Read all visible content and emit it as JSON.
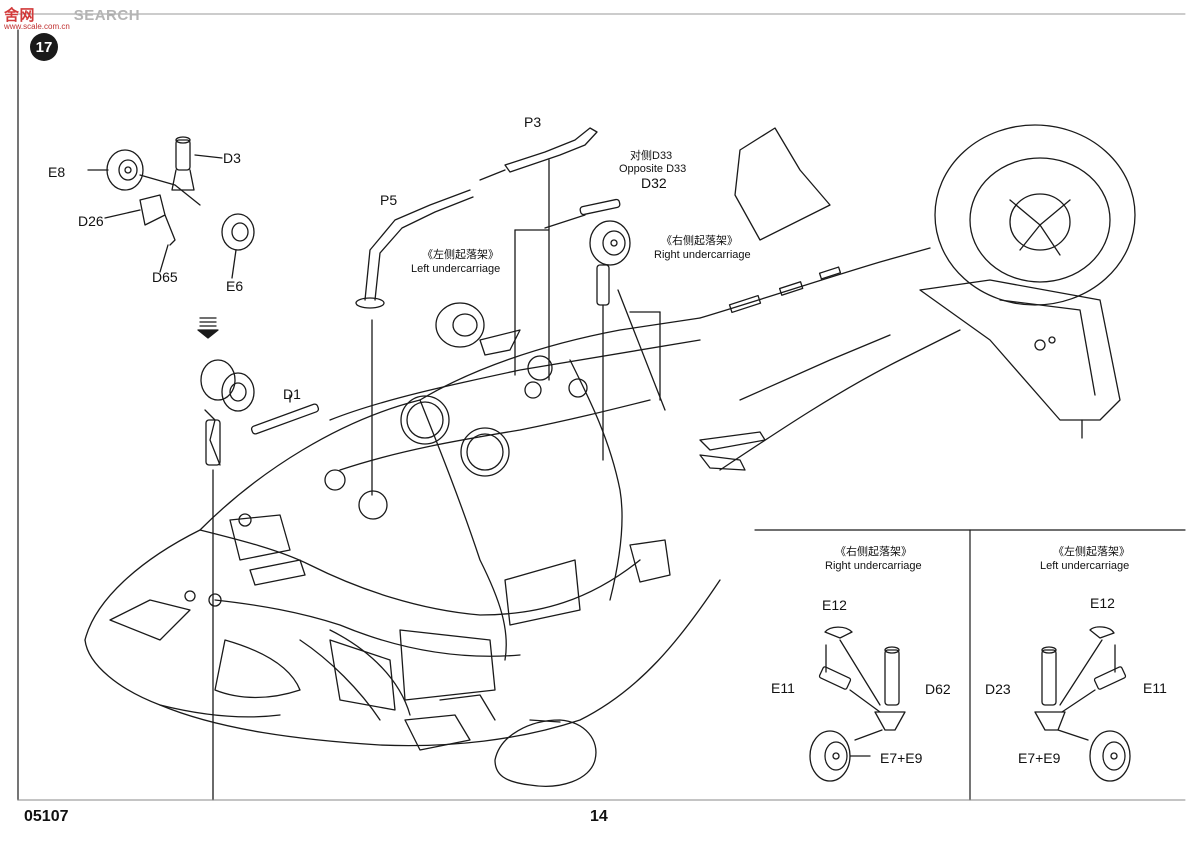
{
  "header": {
    "watermark_cn": "舍",
    "watermark_cn2": "网",
    "watermark_en": "SEARCH",
    "watermark_sub": "www.scale.com.cn",
    "step_number": "17"
  },
  "part_labels": {
    "e8": "E8",
    "d3": "D3",
    "d26": "D26",
    "d65": "D65",
    "e6": "E6",
    "p3": "P3",
    "p5": "P5",
    "d1": "D1",
    "d32": "D32",
    "opposite_cn": "对侧D33",
    "opposite_en": "Opposite D33"
  },
  "callouts": {
    "left_cn": "《左侧起落架》",
    "left_en": "Left undercarriage",
    "right_cn": "《右侧起落架》",
    "right_en": "Right undercarriage"
  },
  "inset_right": {
    "title_cn": "《右侧起落架》",
    "title_en": "Right undercarriage",
    "e12": "E12",
    "e11": "E11",
    "d62": "D62",
    "e7e9": "E7+E9"
  },
  "inset_left": {
    "title_cn": "《左侧起落架》",
    "title_en": "Left undercarriage",
    "e12": "E12",
    "e11": "E11",
    "d23": "D23",
    "e7e9": "E7+E9"
  },
  "footer": {
    "code": "05107",
    "page": "14"
  }
}
